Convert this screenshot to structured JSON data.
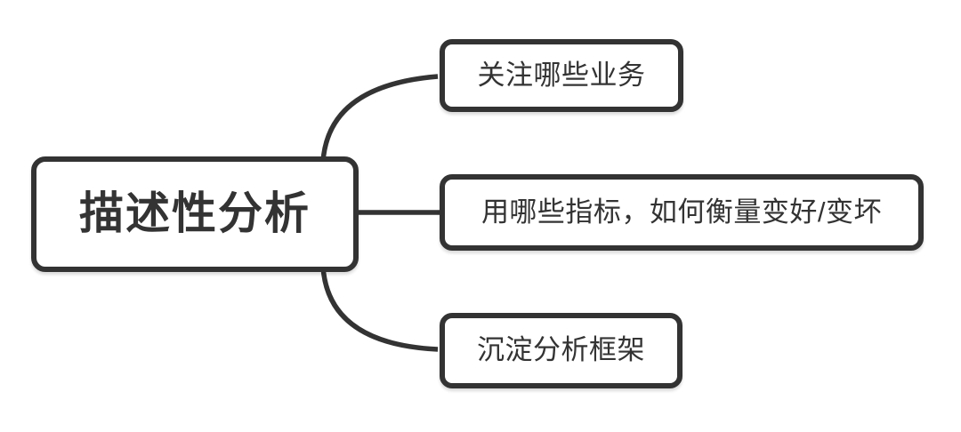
{
  "diagram": {
    "type": "mindmap",
    "root": {
      "label": "描述性分析"
    },
    "children": [
      {
        "label": "关注哪些业务"
      },
      {
        "label": "用哪些指标，如何衡量变好/变坏"
      },
      {
        "label": "沉淀分析框架"
      }
    ],
    "colors": {
      "node_border": "#333333",
      "node_fill": "#ffffff",
      "text": "#333333",
      "connector": "#333333",
      "background": "#ffffff"
    }
  }
}
